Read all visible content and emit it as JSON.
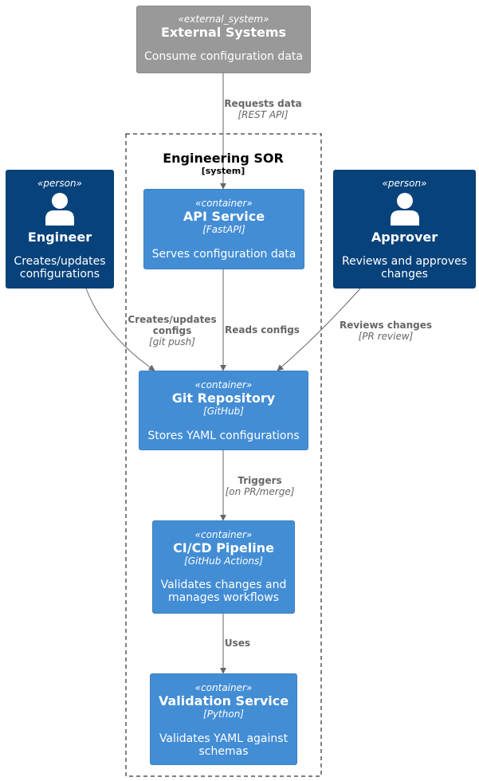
{
  "boundary": {
    "title": "Engineering SOR",
    "subtitle": "[system]"
  },
  "nodes": {
    "external": {
      "stereotype": "«external_system»",
      "title": "External Systems",
      "description": "Consume configuration data"
    },
    "engineer": {
      "stereotype": "«person»",
      "title": "Engineer",
      "description": "Creates/updates configurations"
    },
    "approver": {
      "stereotype": "«person»",
      "title": "Approver",
      "description": "Reviews and approves changes"
    },
    "api": {
      "stereotype": "«container»",
      "title": "API Service",
      "technology": "[FastAPI]",
      "description": "Serves configuration data"
    },
    "git": {
      "stereotype": "«container»",
      "title": "Git Repository",
      "technology": "[GitHub]",
      "description": "Stores YAML configurations"
    },
    "cicd": {
      "stereotype": "«container»",
      "title": "CI/CD Pipeline",
      "technology": "[GitHub Actions]",
      "description": "Validates changes and manages workflows"
    },
    "validation": {
      "stereotype": "«container»",
      "title": "Validation Service",
      "technology": "[Python]",
      "description": "Validates YAML against schemas"
    }
  },
  "edges": {
    "requests": {
      "label": "Requests data",
      "technology": "[REST API]"
    },
    "creates": {
      "label": "Creates/updates configs",
      "technology": "[git push]"
    },
    "reads": {
      "label": "Reads configs",
      "technology": ""
    },
    "reviews": {
      "label": "Reviews changes",
      "technology": "[PR review]"
    },
    "triggers": {
      "label": "Triggers",
      "technology": "[on PR/merge]"
    },
    "uses": {
      "label": "Uses",
      "technology": ""
    }
  },
  "colors": {
    "person": "#08427b",
    "container": "#438dd5",
    "external_system": "#999999",
    "edge": "#666666"
  }
}
